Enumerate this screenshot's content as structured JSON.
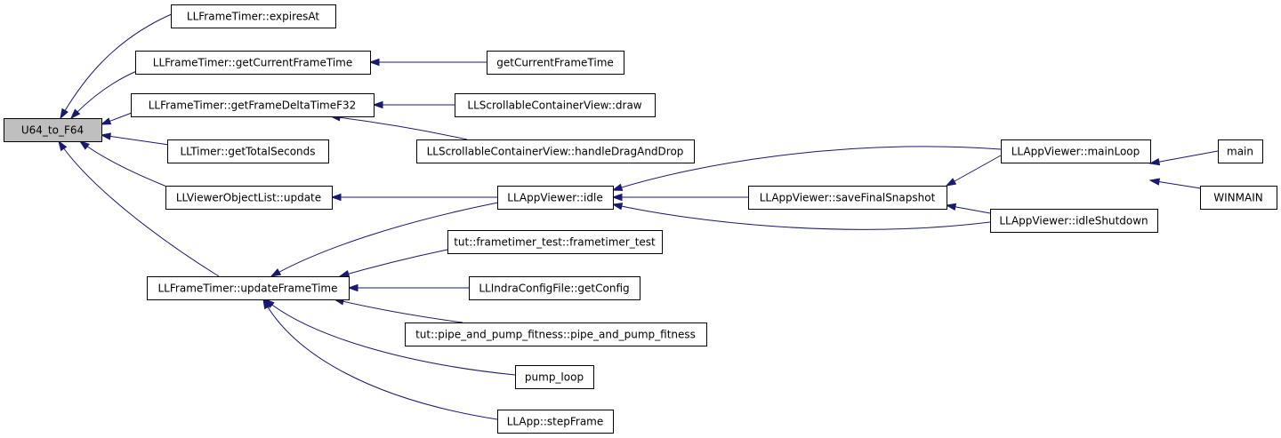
{
  "graph": {
    "nodes": [
      {
        "id": "u64",
        "label": "U64_to_F64",
        "root": true
      },
      {
        "id": "expires",
        "label": "LLFrameTimer::expiresAt"
      },
      {
        "id": "getcur",
        "label": "LLFrameTimer::getCurrentFrameTime"
      },
      {
        "id": "getcur2",
        "label": "getCurrentFrameTime"
      },
      {
        "id": "delta",
        "label": "LLFrameTimer::getFrameDeltaTimeF32"
      },
      {
        "id": "scdraw",
        "label": "LLScrollableContainerView::draw"
      },
      {
        "id": "scdrag",
        "label": "LLScrollableContainerView::handleDragAndDrop"
      },
      {
        "id": "total",
        "label": "LLTimer::getTotalSeconds"
      },
      {
        "id": "vol",
        "label": "LLViewerObjectList::update"
      },
      {
        "id": "idle",
        "label": "LLAppViewer::idle"
      },
      {
        "id": "save",
        "label": "LLAppViewer::saveFinalSnapshot"
      },
      {
        "id": "mainloop",
        "label": "LLAppViewer::mainLoop"
      },
      {
        "id": "idleshut",
        "label": "LLAppViewer::idleShutdown"
      },
      {
        "id": "main",
        "label": "main"
      },
      {
        "id": "winmain",
        "label": "WINMAIN"
      },
      {
        "id": "uft",
        "label": "LLFrameTimer::updateFrameTime"
      },
      {
        "id": "ftt",
        "label": "tut::frametimer_test::frametimer_test"
      },
      {
        "id": "cfg",
        "label": "LLIndraConfigFile::getConfig"
      },
      {
        "id": "pipe",
        "label": "tut::pipe_and_pump_fitness::pipe_and_pump_fitness"
      },
      {
        "id": "pump",
        "label": "pump_loop"
      },
      {
        "id": "step",
        "label": "LLApp::stepFrame"
      }
    ],
    "edges": [
      {
        "from": "expires",
        "to": "u64"
      },
      {
        "from": "getcur",
        "to": "u64"
      },
      {
        "from": "delta",
        "to": "u64"
      },
      {
        "from": "total",
        "to": "u64"
      },
      {
        "from": "vol",
        "to": "u64"
      },
      {
        "from": "uft",
        "to": "u64"
      },
      {
        "from": "getcur2",
        "to": "getcur"
      },
      {
        "from": "scdraw",
        "to": "delta"
      },
      {
        "from": "scdrag",
        "to": "delta"
      },
      {
        "from": "idle",
        "to": "vol"
      },
      {
        "from": "idle",
        "to": "uft"
      },
      {
        "from": "ftt",
        "to": "uft"
      },
      {
        "from": "cfg",
        "to": "uft"
      },
      {
        "from": "pipe",
        "to": "uft"
      },
      {
        "from": "pump",
        "to": "uft"
      },
      {
        "from": "step",
        "to": "uft"
      },
      {
        "from": "mainloop",
        "to": "idle"
      },
      {
        "from": "save",
        "to": "idle"
      },
      {
        "from": "idleshut",
        "to": "idle"
      },
      {
        "from": "mainloop",
        "to": "save"
      },
      {
        "from": "idleshut",
        "to": "save"
      },
      {
        "from": "main",
        "to": "mainloop"
      },
      {
        "from": "winmain",
        "to": "mainloop"
      }
    ]
  }
}
